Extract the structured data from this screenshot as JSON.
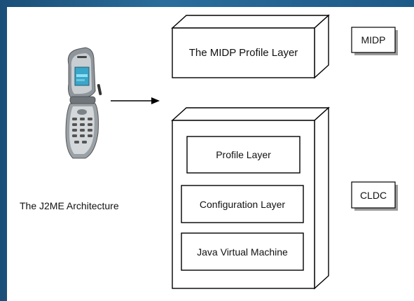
{
  "caption": "The J2ME Architecture",
  "midp": {
    "box_label": "The MIDP Profile Layer",
    "tag": "MIDP"
  },
  "cldc": {
    "tag": "CLDC",
    "layers": [
      "Profile Layer",
      "Configuration Layer",
      "Java Virtual Machine"
    ]
  },
  "colors": {
    "border": "#1e5a87",
    "stroke": "#000000",
    "fill": "#ffffff"
  }
}
